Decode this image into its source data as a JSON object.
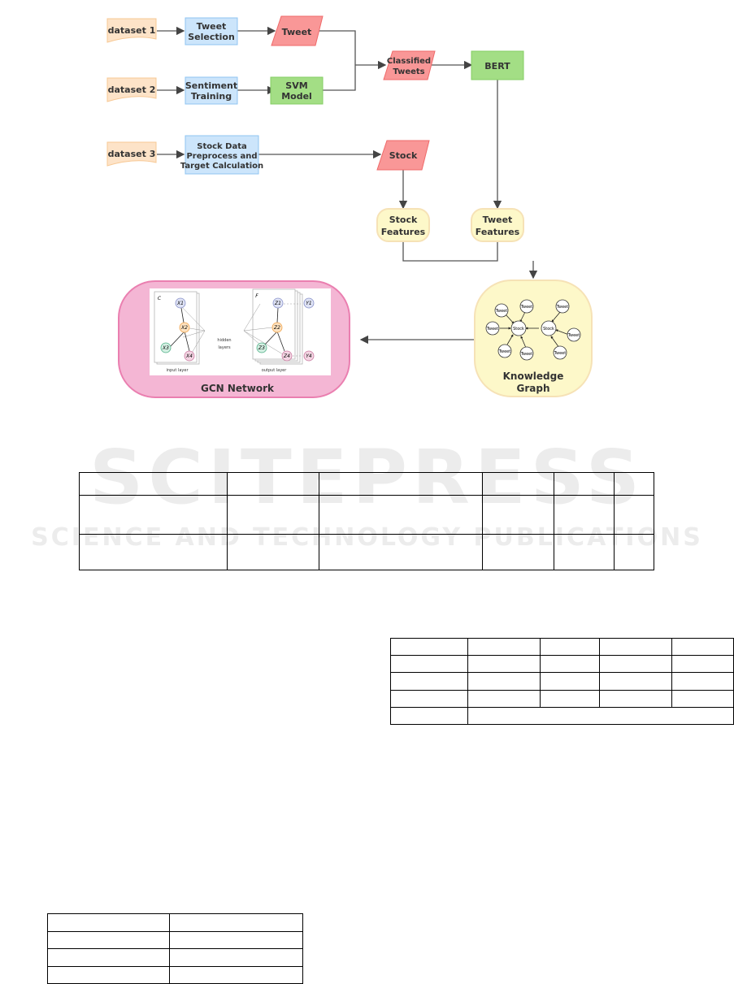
{
  "watermark": {
    "title": "SCITEPRESS",
    "subtitle": "SCIENCE AND TECHNOLOGY PUBLICATIONS"
  },
  "diagram": {
    "datasets": [
      "dataset 1",
      "dataset 2",
      "dataset 3"
    ],
    "tweet_selection": [
      "Tweet",
      "Selection"
    ],
    "sentiment_training": [
      "Sentiment",
      "Training"
    ],
    "stock_preprocess": [
      "Stock Data",
      "Preprocess and",
      "Target Calculation"
    ],
    "tweet": "Tweet",
    "svm": [
      "SVM",
      "Model"
    ],
    "classified": [
      "Classified",
      "Tweets"
    ],
    "bert": "BERT",
    "stock": "Stock",
    "stock_features": [
      "Stock",
      "Features"
    ],
    "tweet_features": [
      "Tweet",
      "Features"
    ],
    "knowledge_graph": [
      "Knowledge",
      "Graph"
    ],
    "kg_tweet": "Tweet",
    "kg_stock": "Stock",
    "gcn": {
      "title": "GCN Network",
      "c": "C",
      "f": "F",
      "input_layer": "input layer",
      "output_layer": "output layer",
      "hidden": [
        "hidden",
        "layers"
      ],
      "x": [
        "X1",
        "X2",
        "X3",
        "X4"
      ],
      "z": [
        "Z1",
        "Z2",
        "Z3",
        "Z4"
      ],
      "y": [
        "Y1",
        "Y4"
      ]
    },
    "colors": {
      "dataset": "#fde3c8",
      "process": "#cce5fb",
      "data": "#f99797",
      "model": "#a3de85",
      "feature": "#fdf8c9",
      "gcn": "#f4b6d4"
    }
  }
}
